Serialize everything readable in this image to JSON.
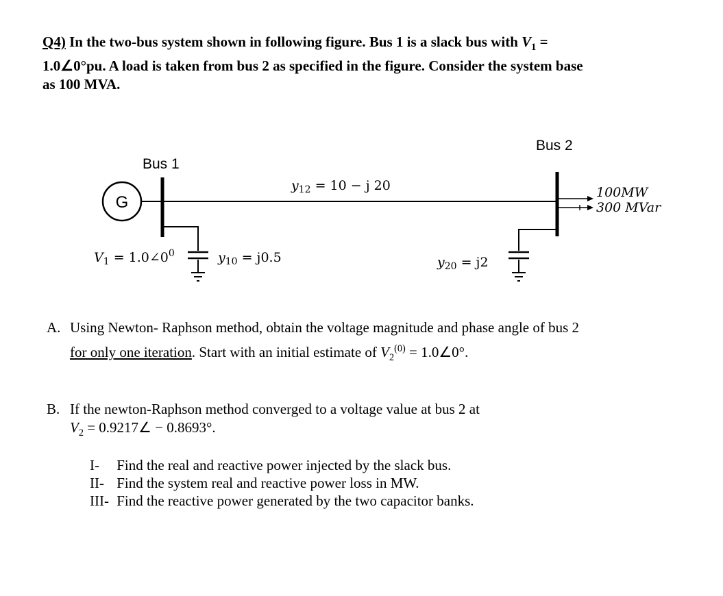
{
  "question": {
    "number": "Q4)",
    "line1_text": " In the two-bus system shown in following figure.  Bus 1 is a slack bus with ",
    "v1_symbol": "V",
    "v1_sub": "1",
    "v1_eq": " =",
    "line2_math": "1.0∠0°",
    "line2_text": "pu. A load is taken from bus 2 as specified in the figure. Consider the system base",
    "line3_text": "as 100 MVA."
  },
  "diagram": {
    "bus1_label": "Bus 1",
    "bus2_label": "Bus 2",
    "generator_label": "G",
    "y12_symbol": "y",
    "y12_sub": "12",
    "y12_value": " = 10 − j 20",
    "v1_symbol": "V",
    "v1_sub": "1",
    "v1_value": " = 1.0∠0",
    "v1_sup": "0",
    "y10_symbol": "y",
    "y10_sub": "10",
    "y10_value": " = j0.5",
    "y20_symbol": "y",
    "y20_sub": "20",
    "y20_value": " = j2",
    "load_p": "100MW",
    "load_q": "300 MVar"
  },
  "part_a": {
    "letter": "A.",
    "line1": "Using Newton- Raphson method, obtain the voltage magnitude and phase angle of bus 2",
    "underlined": "for only one iteration",
    "line2_rest": ". Start with an initial estimate of ",
    "v2_symbol": "V",
    "v2_sub": "2",
    "v2_sup": "(0)",
    "v2_value": " = 1.0∠0°."
  },
  "part_b": {
    "letter": "B.",
    "line1": "If the newton-Raphson method converged to a voltage value at bus 2 at",
    "v2_symbol": "V",
    "v2_sub": "2",
    "v2_value": " = 0.9217∠ − 0.8693°.",
    "items": [
      {
        "numeral": "I-",
        "text": "Find the real and reactive power injected by the slack bus."
      },
      {
        "numeral": "II-",
        "text": "Find the system real and reactive power loss in MW."
      },
      {
        "numeral": "III-",
        "text": "Find the reactive power generated by the two capacitor banks."
      }
    ]
  }
}
